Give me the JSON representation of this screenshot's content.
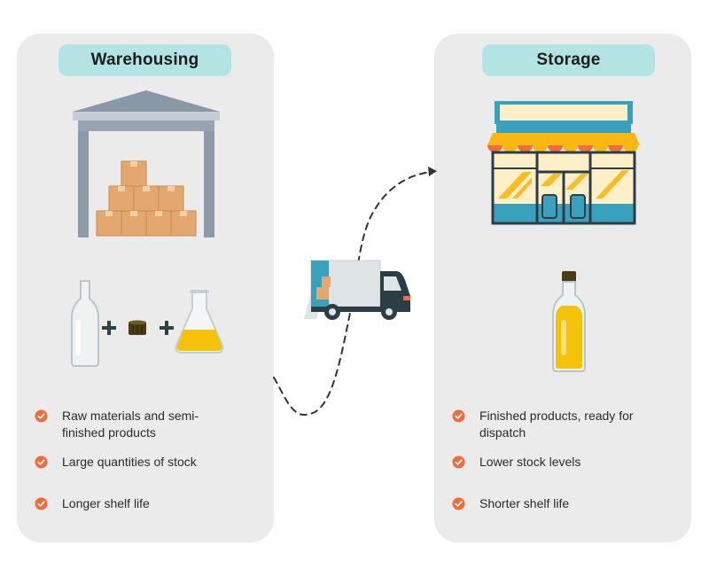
{
  "left_panel": {
    "title": "Warehousing",
    "bullets": [
      "Raw materials and semi-finished products",
      "Large quantities of stock",
      "Longer shelf life"
    ]
  },
  "right_panel": {
    "title": "Storage",
    "bullets": [
      "Finished products, ready for dispatch",
      "Lower stock levels",
      "Shorter shelf life"
    ]
  },
  "colors": {
    "panel": "#ebebeb",
    "pill": "#b3e3e3",
    "check": "#f26b3a",
    "box": "#e3a86f",
    "awning": "#f9b712",
    "oil": "#f5c20a",
    "truck_cab": "#2c3e45"
  },
  "icons": {
    "warehouse": "warehouse-icon",
    "shop": "shop-icon",
    "truck": "delivery-truck-icon",
    "bottle": "glass-bottle-icon",
    "cap": "bottle-cap-icon",
    "flask": "oil-flask-icon",
    "oil_bottle": "oil-bottle-icon",
    "check": "check-circle-icon"
  }
}
